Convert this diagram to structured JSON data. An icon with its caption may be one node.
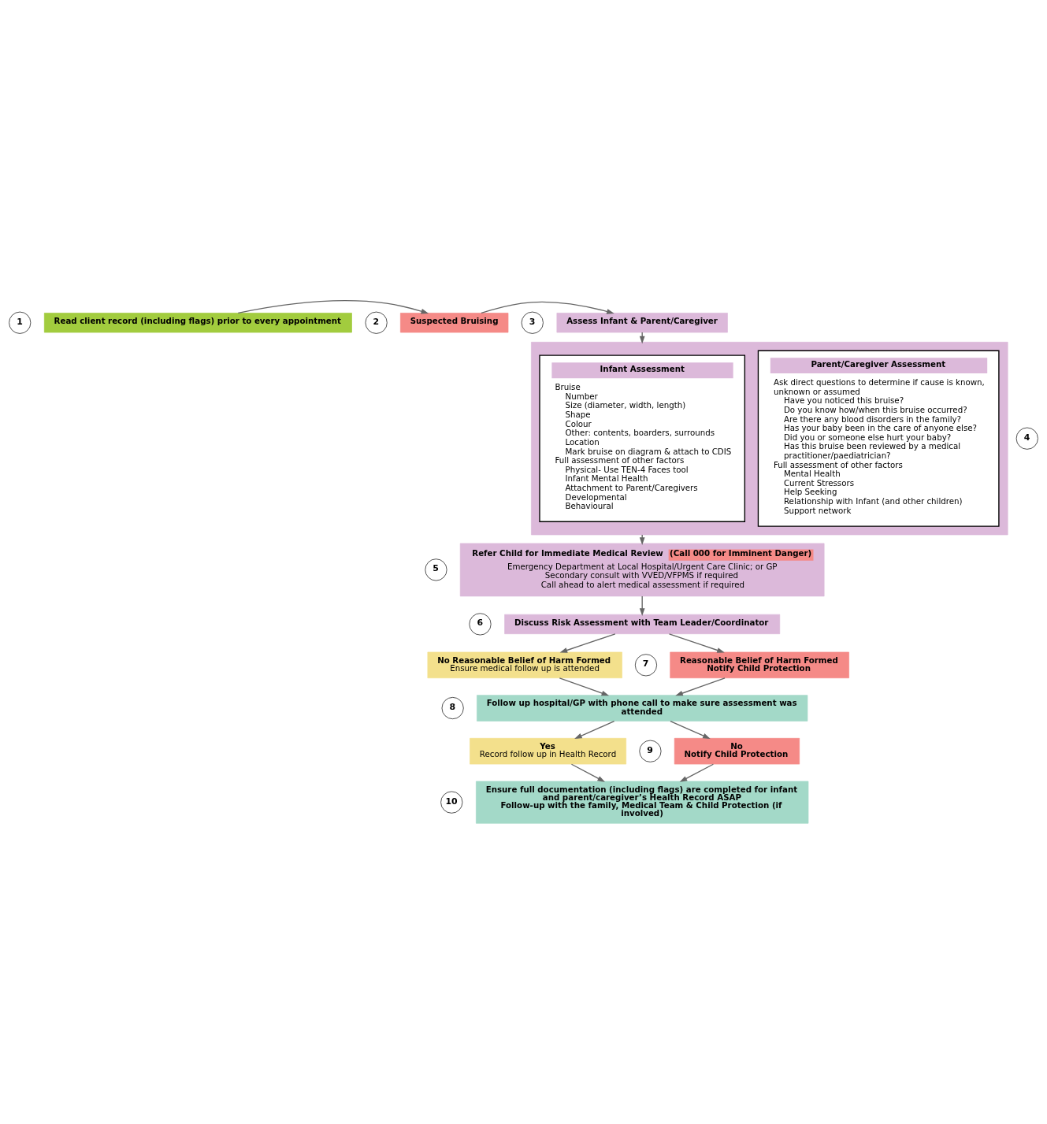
{
  "diagram": {
    "nodes": [
      {
        "text": [
          "1"
        ]
      },
      {
        "text": [
          "Read client record (including flags) prior to every appointment"
        ]
      },
      {
        "text": [
          "2"
        ]
      },
      {
        "text": [
          "Suspected Bruising"
        ]
      },
      {
        "text": [
          "3"
        ]
      },
      {
        "text": [
          "Assess Infant & Parent/Caregiver"
        ]
      },
      {
        "text": [],
        "shape": "box"
      },
      {
        "text": [
          "4"
        ]
      },
      {
        "text": [
          "Infant Assessment",
          "Bruise",
          "Number",
          "Size (diameter, width, length)",
          "Shape",
          "Colour",
          "Other: contents, boarders, surrounds",
          "Location",
          "Mark bruise on diagram & attach to CDIS",
          "Full assessment of other factors",
          "Physical- Use TEN-4 Faces tool",
          "Infant Mental Health",
          "Attachment to Parent/Caregivers",
          "Developmental",
          "Behavioural"
        ],
        "in": 6
      },
      {
        "text": [
          "Parent/Caregiver Assessment",
          "Ask direct questions to determine if cause is known, unknown or assumed",
          "Have you noticed this bruise?",
          "Do you know how/when this bruise occurred?",
          "Are there any blood disorders in the family?",
          "Has your baby been in the care of anyone else?",
          "Did you or someone else hurt your baby?",
          "Has this bruise been reviewed by a medical practitioner/paediatrician?",
          "Full assessment of other factors",
          "Mental Health",
          "Current Stressors",
          "Help Seeking",
          "Relationship with Infant (and other children)",
          "Support network"
        ],
        "in": 6
      },
      {
        "text": [
          "5"
        ]
      },
      {
        "text": [
          "Refer Child for Immediate Medical Review",
          "(Call 000 for Imminent Danger)",
          "Emergency Department at Local Hospital/Urgent Care Clinic; or GP",
          "Secondary consult with VVED/VFPMS if required",
          "Call ahead to alert medical assessment if required"
        ]
      },
      {
        "text": [
          "6"
        ]
      },
      {
        "text": [
          "Discuss Risk Assessment with Team Leader/Coordinator"
        ]
      },
      {
        "text": [
          "No Reasonable Belief of Harm Formed",
          "Ensure medical follow up is attended"
        ]
      },
      {
        "text": [
          "7"
        ]
      },
      {
        "text": [
          "Reasonable Belief of Harm Formed",
          "Notify Child Protection"
        ]
      },
      {
        "text": [
          "8"
        ]
      },
      {
        "text": [
          "Follow up hospital/GP with phone call to make sure assessment was attended"
        ]
      },
      {
        "text": [
          "Yes",
          "Record follow up in Health Record"
        ]
      },
      {
        "text": [
          "9"
        ]
      },
      {
        "text": [
          "No",
          "Notify Child Protection"
        ]
      },
      {
        "text": [
          "10"
        ]
      },
      {
        "text": [
          "Ensure full documentation (including flags) are completed for infant and parent/caregiver’s Health Record ASAP",
          "Follow-up with the family, Medical Team & Child Protection (if involved)"
        ]
      }
    ],
    "edges": [
      {
        "from": 1,
        "to": 3,
        "arrow": "to"
      },
      {
        "from": 3,
        "to": 5,
        "arrow": "to"
      },
      {
        "from": 5,
        "to": 6,
        "arrow": "to"
      },
      {
        "from": 6,
        "to": 11,
        "arrow": "to"
      },
      {
        "from": 11,
        "to": 13,
        "arrow": "to"
      },
      {
        "from": 13,
        "to": 14,
        "arrow": "to"
      },
      {
        "from": 13,
        "to": 16,
        "arrow": "to"
      },
      {
        "from": 14,
        "to": 18,
        "arrow": "to"
      },
      {
        "from": 16,
        "to": 18,
        "arrow": "to"
      },
      {
        "from": 18,
        "to": 19,
        "arrow": "to"
      },
      {
        "from": 18,
        "to": 21,
        "arrow": "to"
      },
      {
        "from": 19,
        "to": 23,
        "arrow": "to"
      },
      {
        "from": 21,
        "to": 23,
        "arrow": "to"
      }
    ]
  }
}
